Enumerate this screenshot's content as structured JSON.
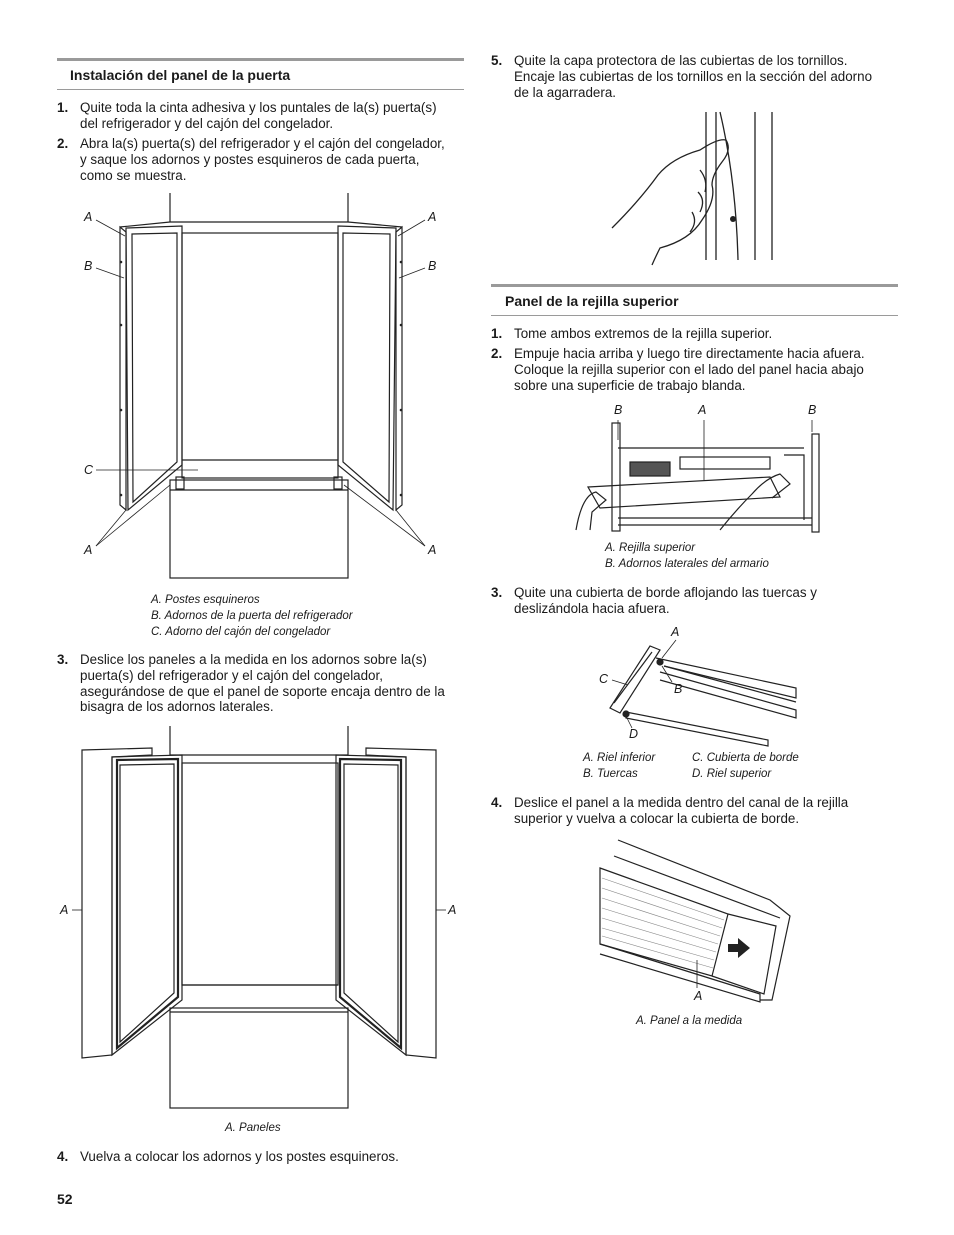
{
  "page_number": "52",
  "left": {
    "section_title": "Instalación del panel de la puerta",
    "steps": [
      {
        "num": "1.",
        "text": "Quite toda la cinta adhesiva y los puntales de la(s) puerta(s)\ndel refrigerador y del cajón del congelador."
      },
      {
        "num": "2.",
        "text": "Abra la(s) puerta(s) del refrigerador y el cajón del congelador,\ny saque los adornos y postes esquineros de cada puerta,\ncomo se muestra."
      },
      {
        "num": "3.",
        "text": "Deslice los paneles a la medida en los adornos sobre la(s)\npuerta(s) del refrigerador y el cajón del congelador,\nasegurándose de que el panel de soporte encaja dentro de la\nbisagra de los adornos laterales."
      },
      {
        "num": "4.",
        "text": "Vuelva a colocar los adornos y los postes esquineros."
      }
    ],
    "figure1": {
      "labels": {
        "a": "A",
        "b": "B",
        "c": "C"
      },
      "caption": "A. Postes esquineros\nB. Adornos de la puerta del refrigerador\nC. Adorno del cajón del congelador"
    },
    "figure2": {
      "labels": {
        "a": "A"
      },
      "caption": "A. Paneles"
    }
  },
  "right": {
    "step5": {
      "num": "5.",
      "text": "Quite la capa protectora de las cubiertas de los tornillos.\nEncaje las cubiertas de los tornillos en la sección del adorno\nde la agarradera."
    },
    "section_title": "Panel de la rejilla superior",
    "steps": [
      {
        "num": "1.",
        "text": "Tome ambos extremos de la rejilla superior."
      },
      {
        "num": "2.",
        "text": "Empuje hacia arriba y luego tire directamente hacia afuera.\nColoque la rejilla superior con el lado del panel hacia abajo\nsobre una superficie de trabajo blanda."
      },
      {
        "num": "3.",
        "text": "Quite una cubierta de borde aflojando las tuercas y\ndeslizándola hacia afuera."
      },
      {
        "num": "4.",
        "text": "Deslice el panel a la medida dentro del canal de la rejilla\nsuperior y vuelva a colocar la cubierta de borde."
      }
    ],
    "figure_grille": {
      "labels": {
        "a": "A",
        "b": "B"
      },
      "caption": "A. Rejilla superior\nB. Adornos laterales del armario"
    },
    "figure_edge": {
      "labels": {
        "a": "A",
        "b": "B",
        "c": "C",
        "d": "D"
      },
      "caption_left": "A. Riel inferior\nB. Tuercas",
      "caption_right": "C. Cubierta de borde\nD. Riel superior"
    },
    "figure_panel": {
      "labels": {
        "a": "A"
      },
      "caption": "A. Panel a la medida"
    }
  }
}
